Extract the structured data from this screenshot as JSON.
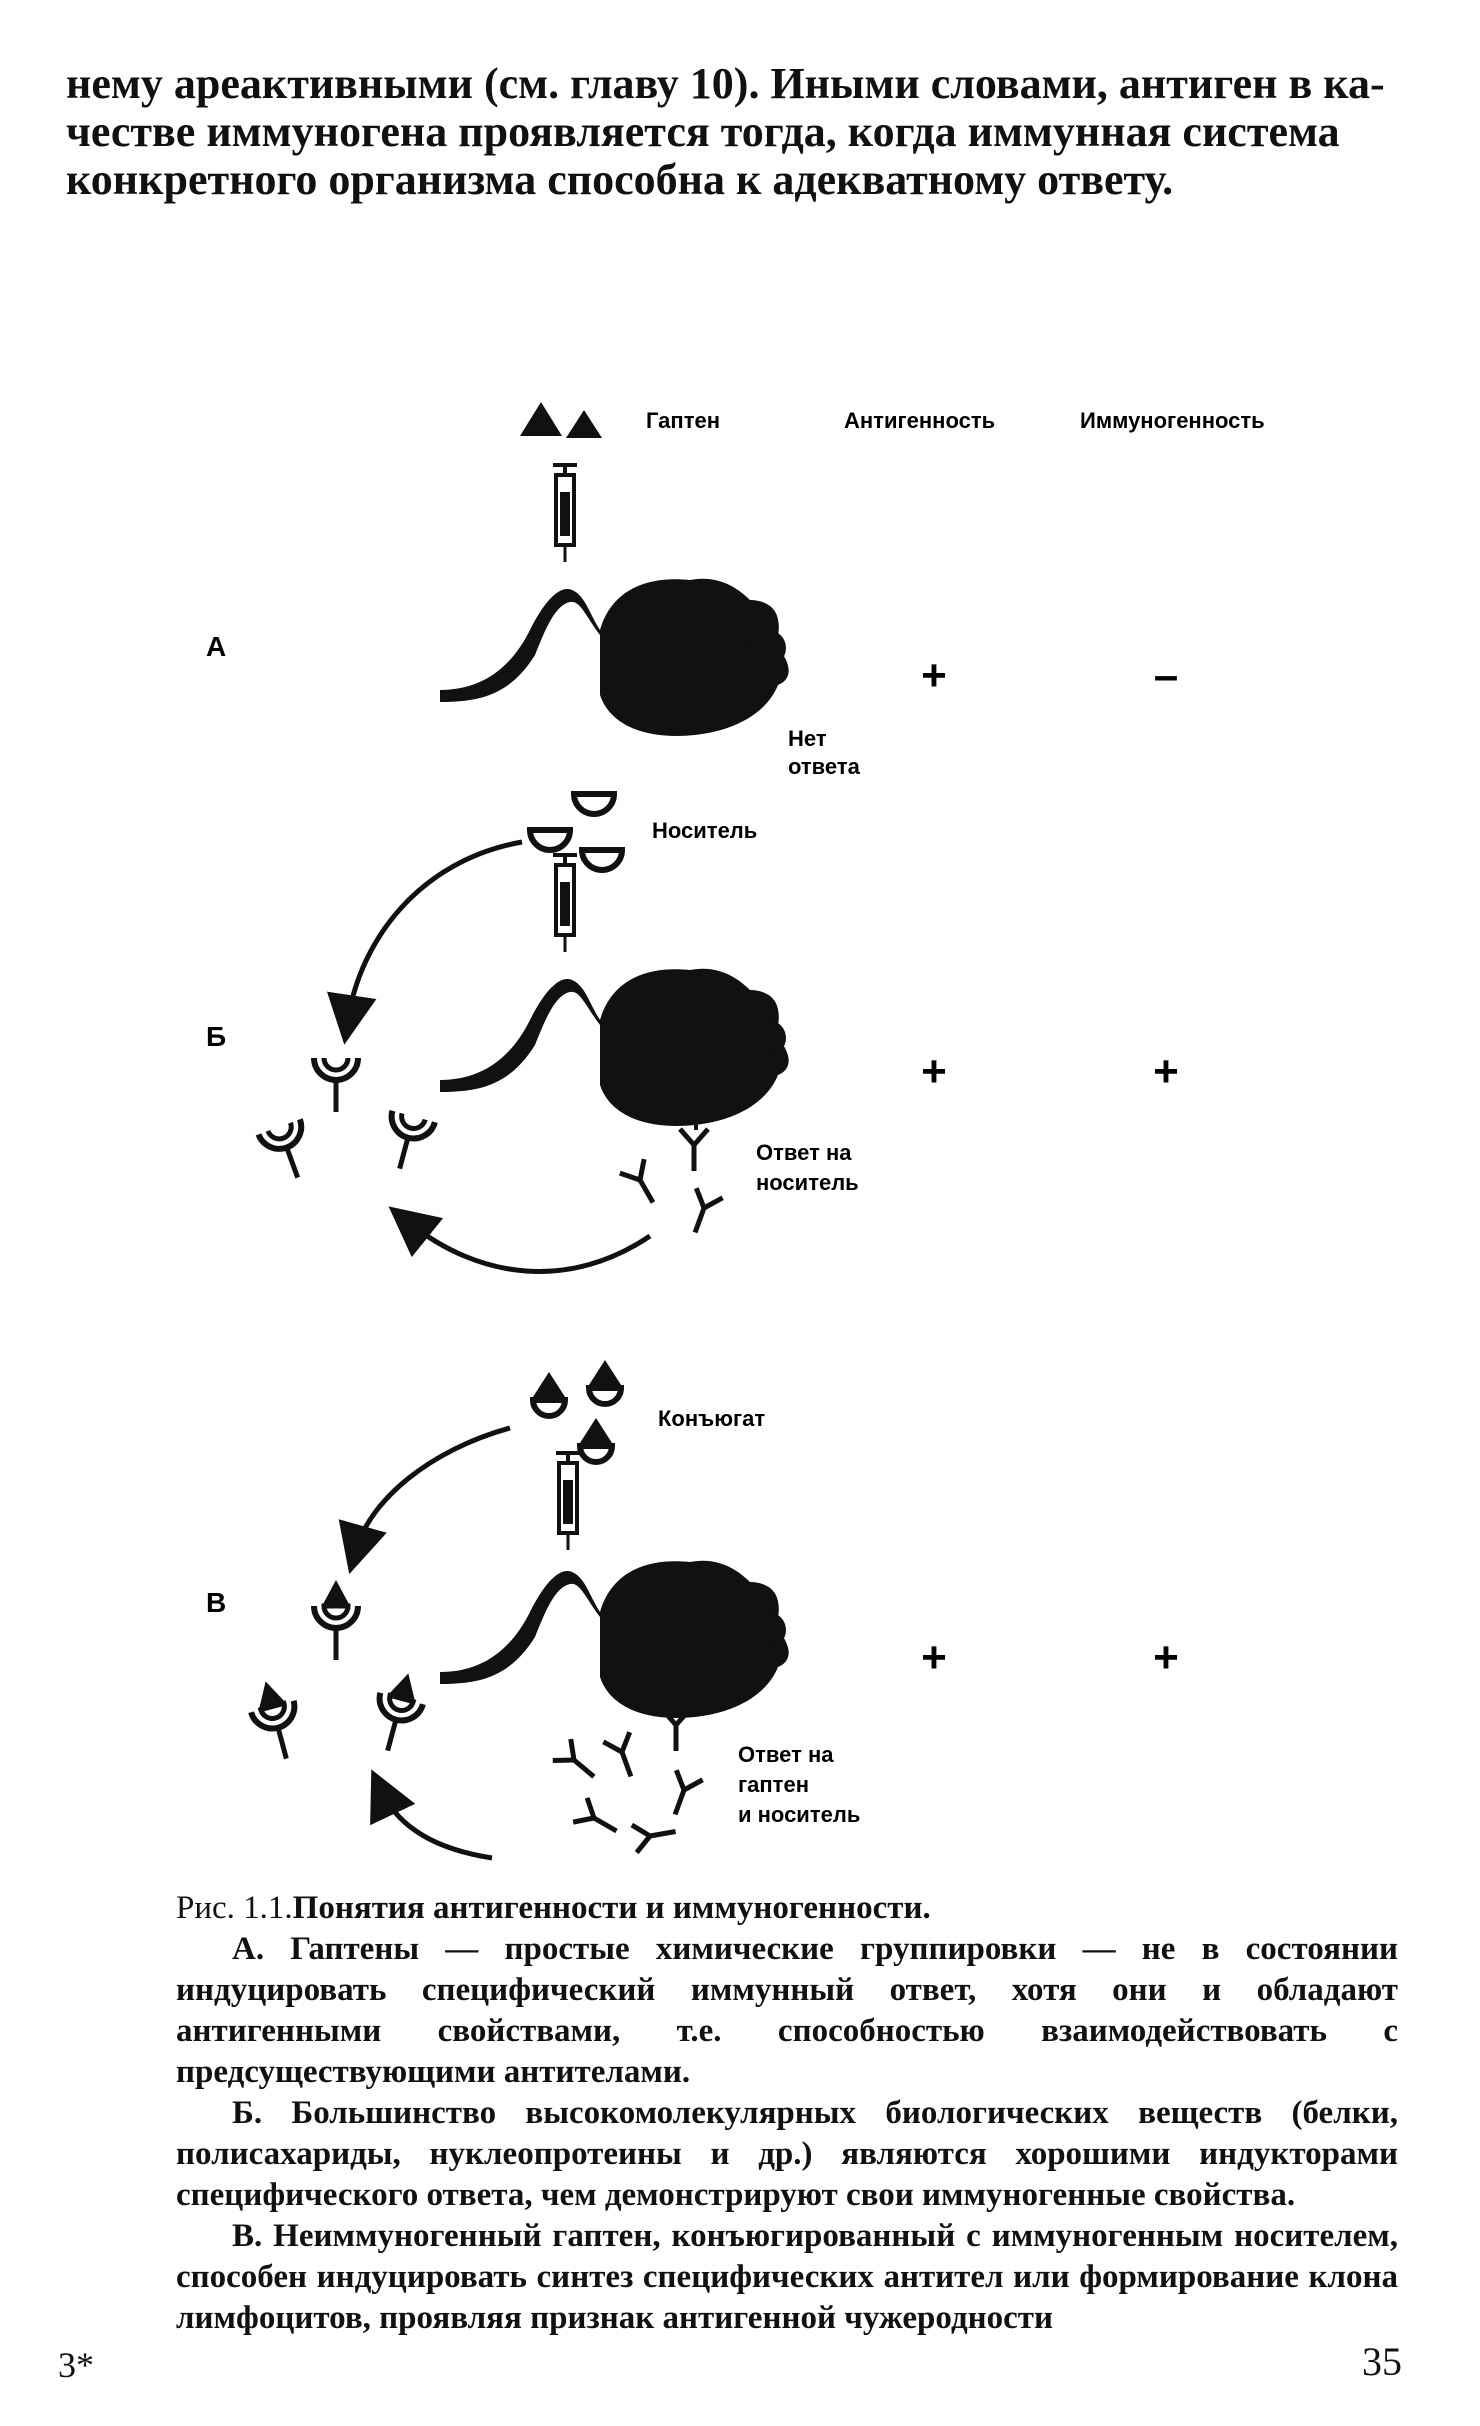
{
  "intro": {
    "lines": [
      "нему ареактивными (см. главу 10). Иными словами, антиген в ка-",
      "честве иммуногена проявляется тогда, когда иммунная система",
      "конкретного организма способна к адекватному ответу."
    ]
  },
  "figure": {
    "column_headers": {
      "hapten": "Гаптен",
      "antigenicity": "Антигенность",
      "immunogenicity": "Иммуногенность"
    },
    "panels": [
      {
        "letter": "А",
        "agent": "",
        "response": [
          "Нет",
          "ответа"
        ],
        "antigenicity": "+",
        "immunogenicity": "–"
      },
      {
        "letter": "Б",
        "agent": "Носитель",
        "response": [
          "Ответ на",
          "носитель"
        ],
        "antigenicity": "+",
        "immunogenicity": "+"
      },
      {
        "letter": "В",
        "agent": "Конъюгат",
        "response": [
          "Ответ на",
          "гаптен",
          "и носитель"
        ],
        "antigenicity": "+",
        "immunogenicity": "+"
      }
    ]
  },
  "caption": {
    "fig_number": "Рис. 1.1.",
    "title": "Понятия антигенности и иммуногенности.",
    "paragraphs": [
      "А. Гаптены — простые химические группировки — не в состоянии индуцировать специфический иммунный ответ, хотя они и обладают антигенными свойствами, т.е. способностью взаимодействовать с предсуществующими антителами.",
      "Б. Большинство высокомолекулярных биологических веществ (белки, полисахариды, нуклеопротеины и др.) являются хорошими индукторами специфического ответа, чем демонстрируют свои иммуногенные свойства.",
      "В. Неиммуногенный гаптен, конъюгированный с иммуногенным носителем, способен индуцировать синтез специфических антител или формирование клона лимфоцитов, проявляя признак антигенной чужеродности"
    ]
  },
  "footer": {
    "signature": "3*",
    "page_number": "35"
  }
}
